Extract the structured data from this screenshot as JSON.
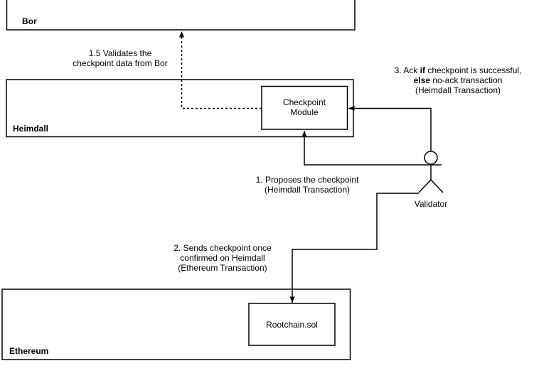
{
  "diagram": {
    "layers": {
      "bor": {
        "label": "Bor"
      },
      "heimdall": {
        "label": "Heimdall"
      },
      "ethereum": {
        "label": "Ethereum"
      }
    },
    "nodes": {
      "checkpoint_module": {
        "line1": "Checkpoint",
        "line2": "Module"
      },
      "rootchain": {
        "label": "Rootchain.sol"
      },
      "validator": {
        "label": "Validator"
      }
    },
    "annotations": {
      "step1": {
        "line1": "1. Proposes the checkpoint",
        "line2": "(Heimdall Transaction)"
      },
      "step1_5": {
        "line1": "1.5 Validates the",
        "line2": "checkpoint data from Bor"
      },
      "step2": {
        "line1": "2. Sends checkpoint once",
        "line2": "confirmed on Heimdall",
        "line3": "(Ethereum Transaction)"
      },
      "step3": {
        "line1_pre": "3. Ack ",
        "line1_bold": "if",
        "line1_post": " checkpoint is successful,",
        "line2_bold": "else",
        "line2_post": " no-ack transaction",
        "line3": "(Heimdall Transaction)"
      }
    },
    "colors": {
      "stroke": "#000000",
      "text": "#000000",
      "background": "#ffffff",
      "node_fill": "#ffffff"
    }
  }
}
